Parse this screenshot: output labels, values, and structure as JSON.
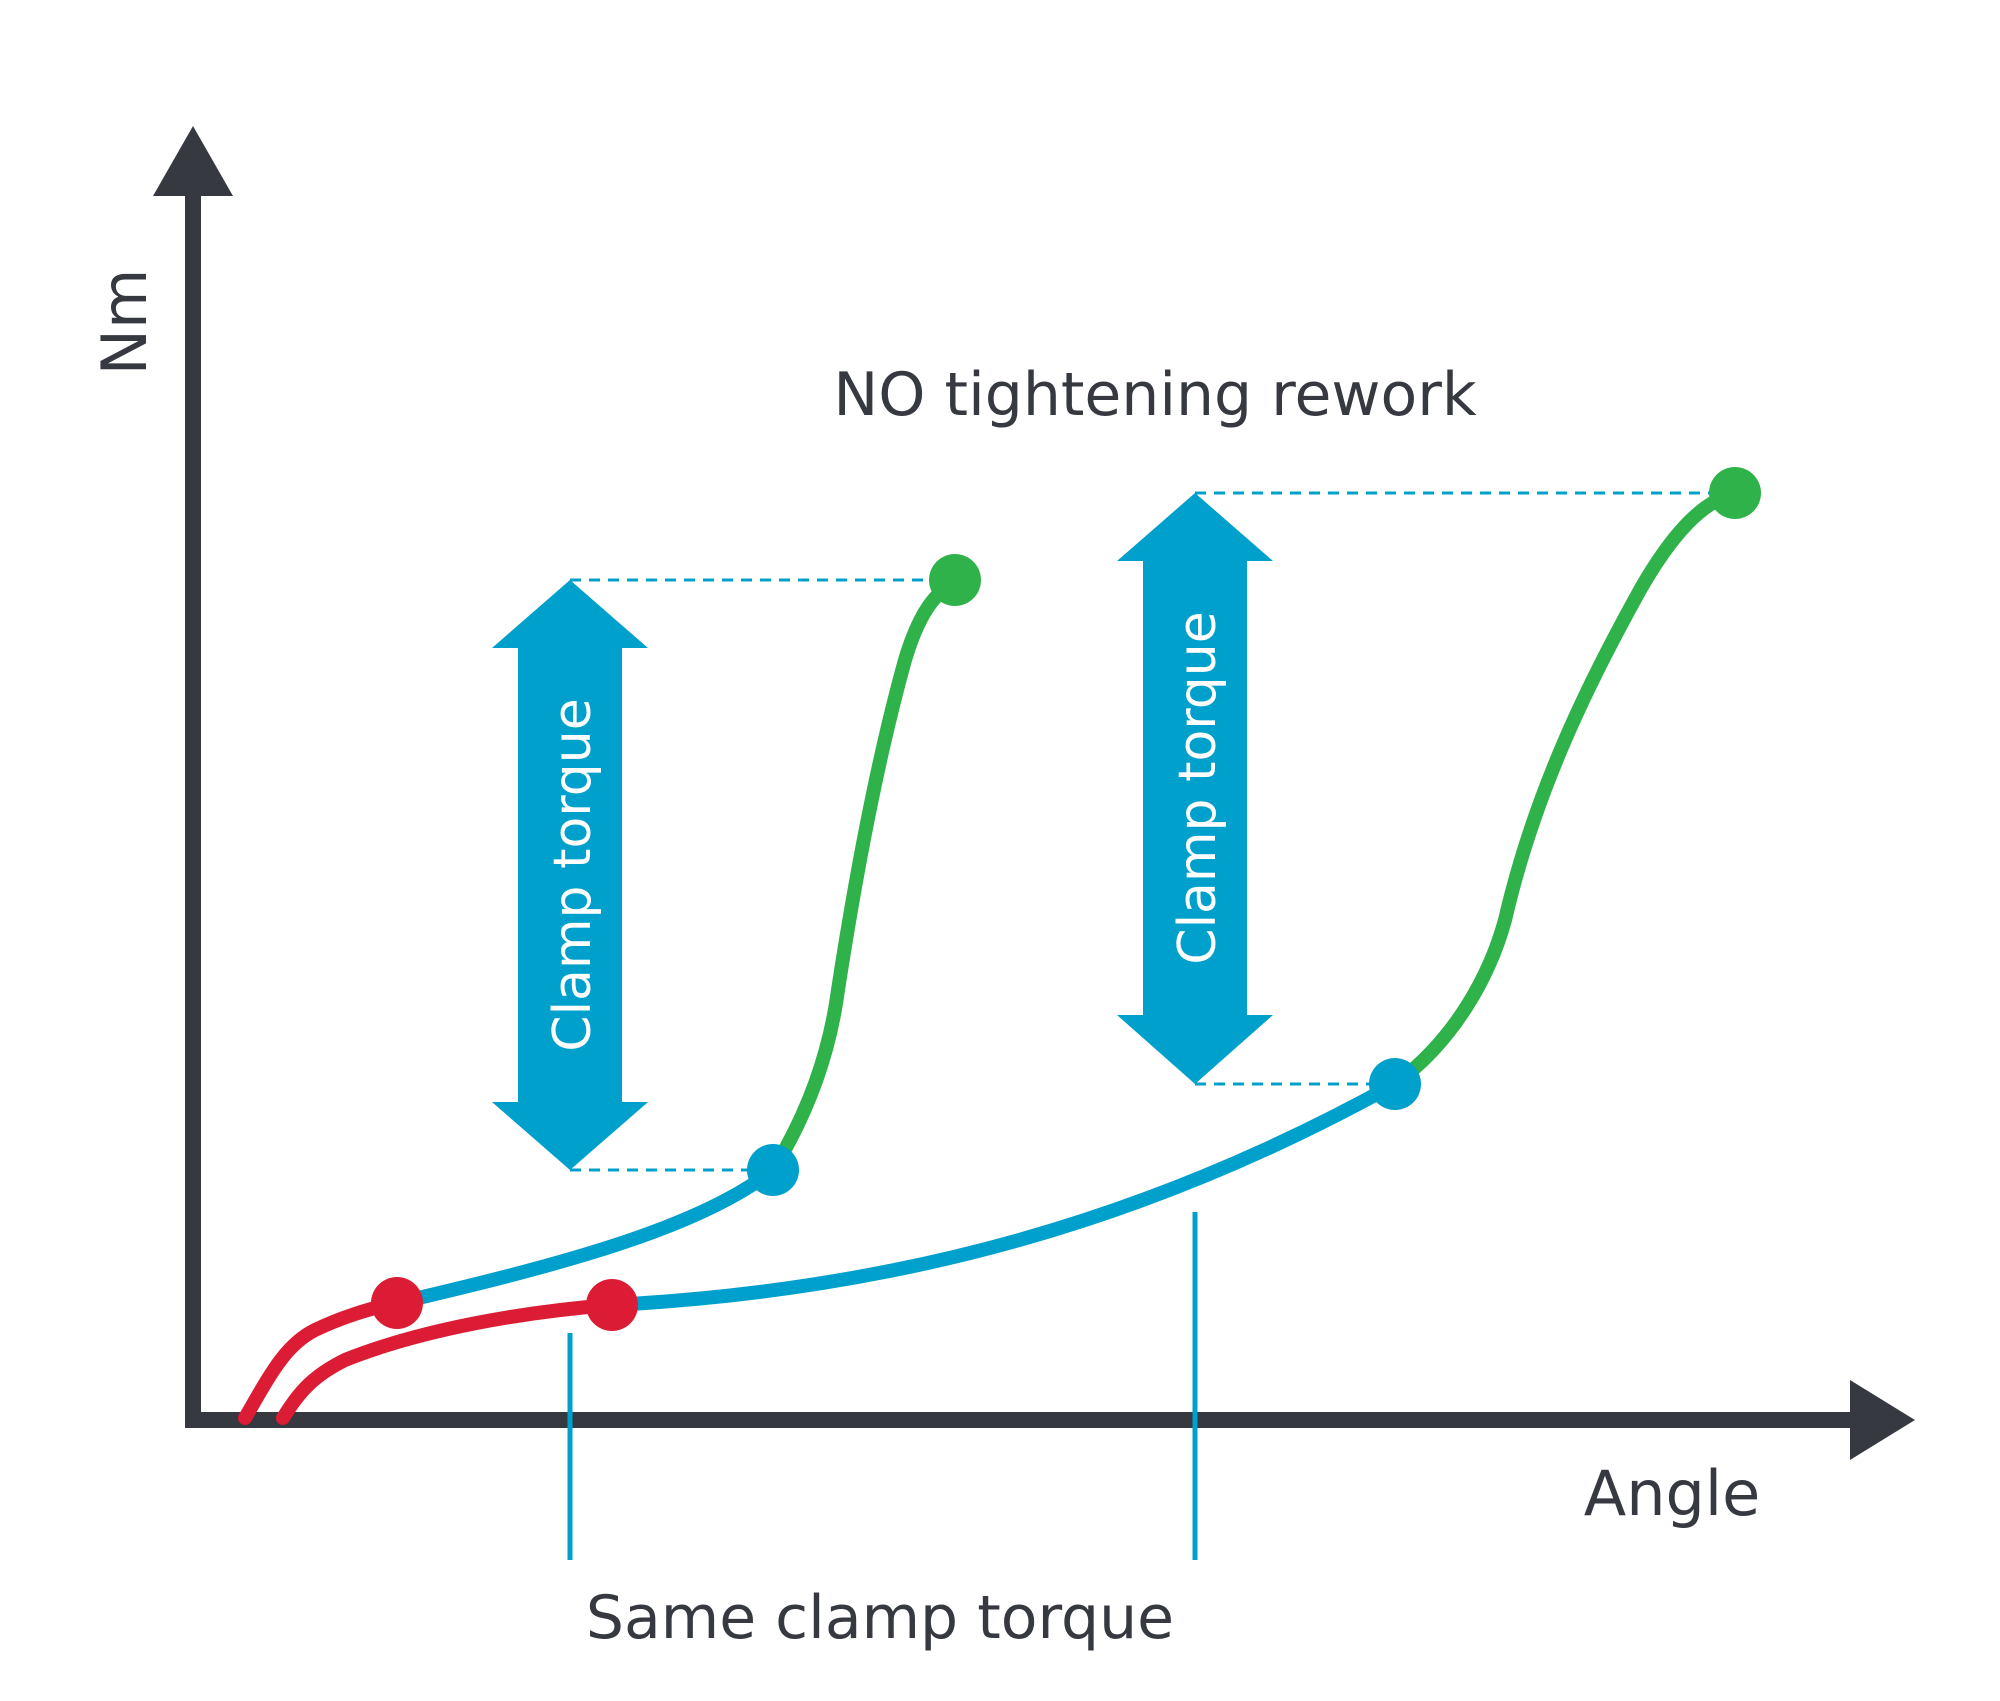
{
  "axes": {
    "y_label": "Nm",
    "x_label": "Angle"
  },
  "annotations": {
    "title": "NO tightening rework",
    "bottom_note": "Same clamp torque",
    "left_arrow_label": "Clamp torque",
    "right_arrow_label": "Clamp torque"
  },
  "colors": {
    "axis": "#363a40",
    "red": "#dc1c34",
    "blue": "#00a0cc",
    "green": "#30b24a",
    "text": "#363a40"
  }
}
